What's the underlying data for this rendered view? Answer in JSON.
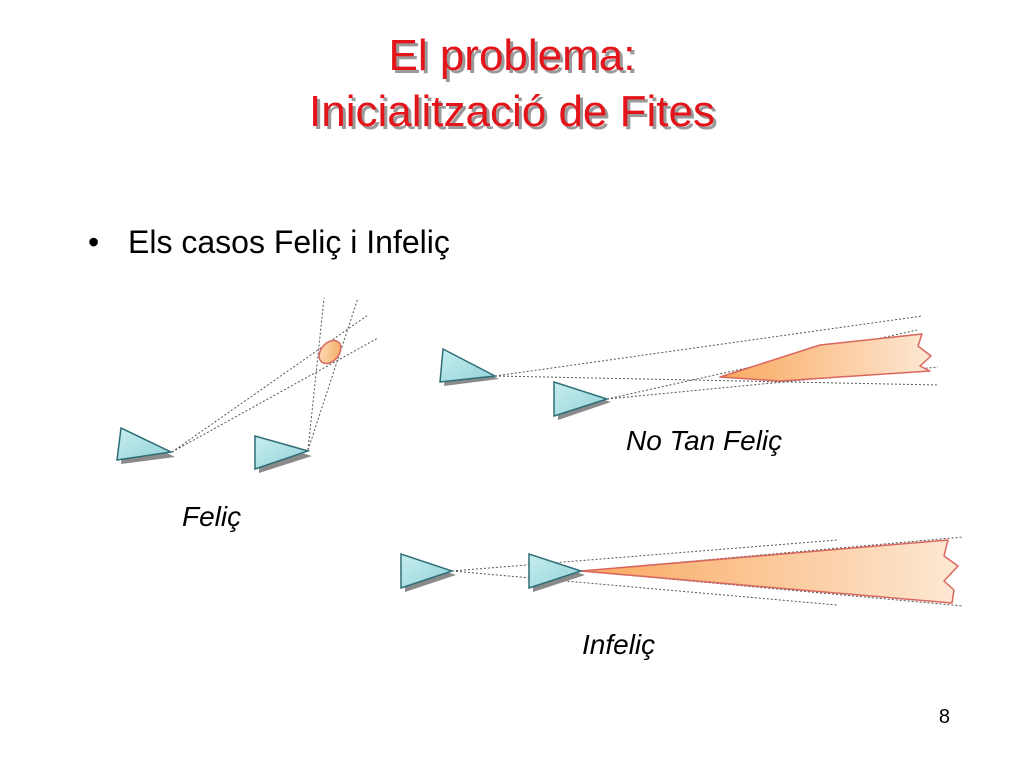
{
  "title": {
    "line1": "El problema:",
    "line2": "Inicialització de Fites"
  },
  "bullet": {
    "marker": "•",
    "text": "Els casos Feliç i Infeliç"
  },
  "cases": {
    "happy": "Feliç",
    "not_so_happy": "No Tan Feliç",
    "unhappy": "Infeliç"
  },
  "page_number": "8",
  "colors": {
    "title": "#e4141b",
    "camera_fill": "#a8dfe3",
    "region_fill": "#fbc48a",
    "region_stroke": "#d9675e"
  }
}
